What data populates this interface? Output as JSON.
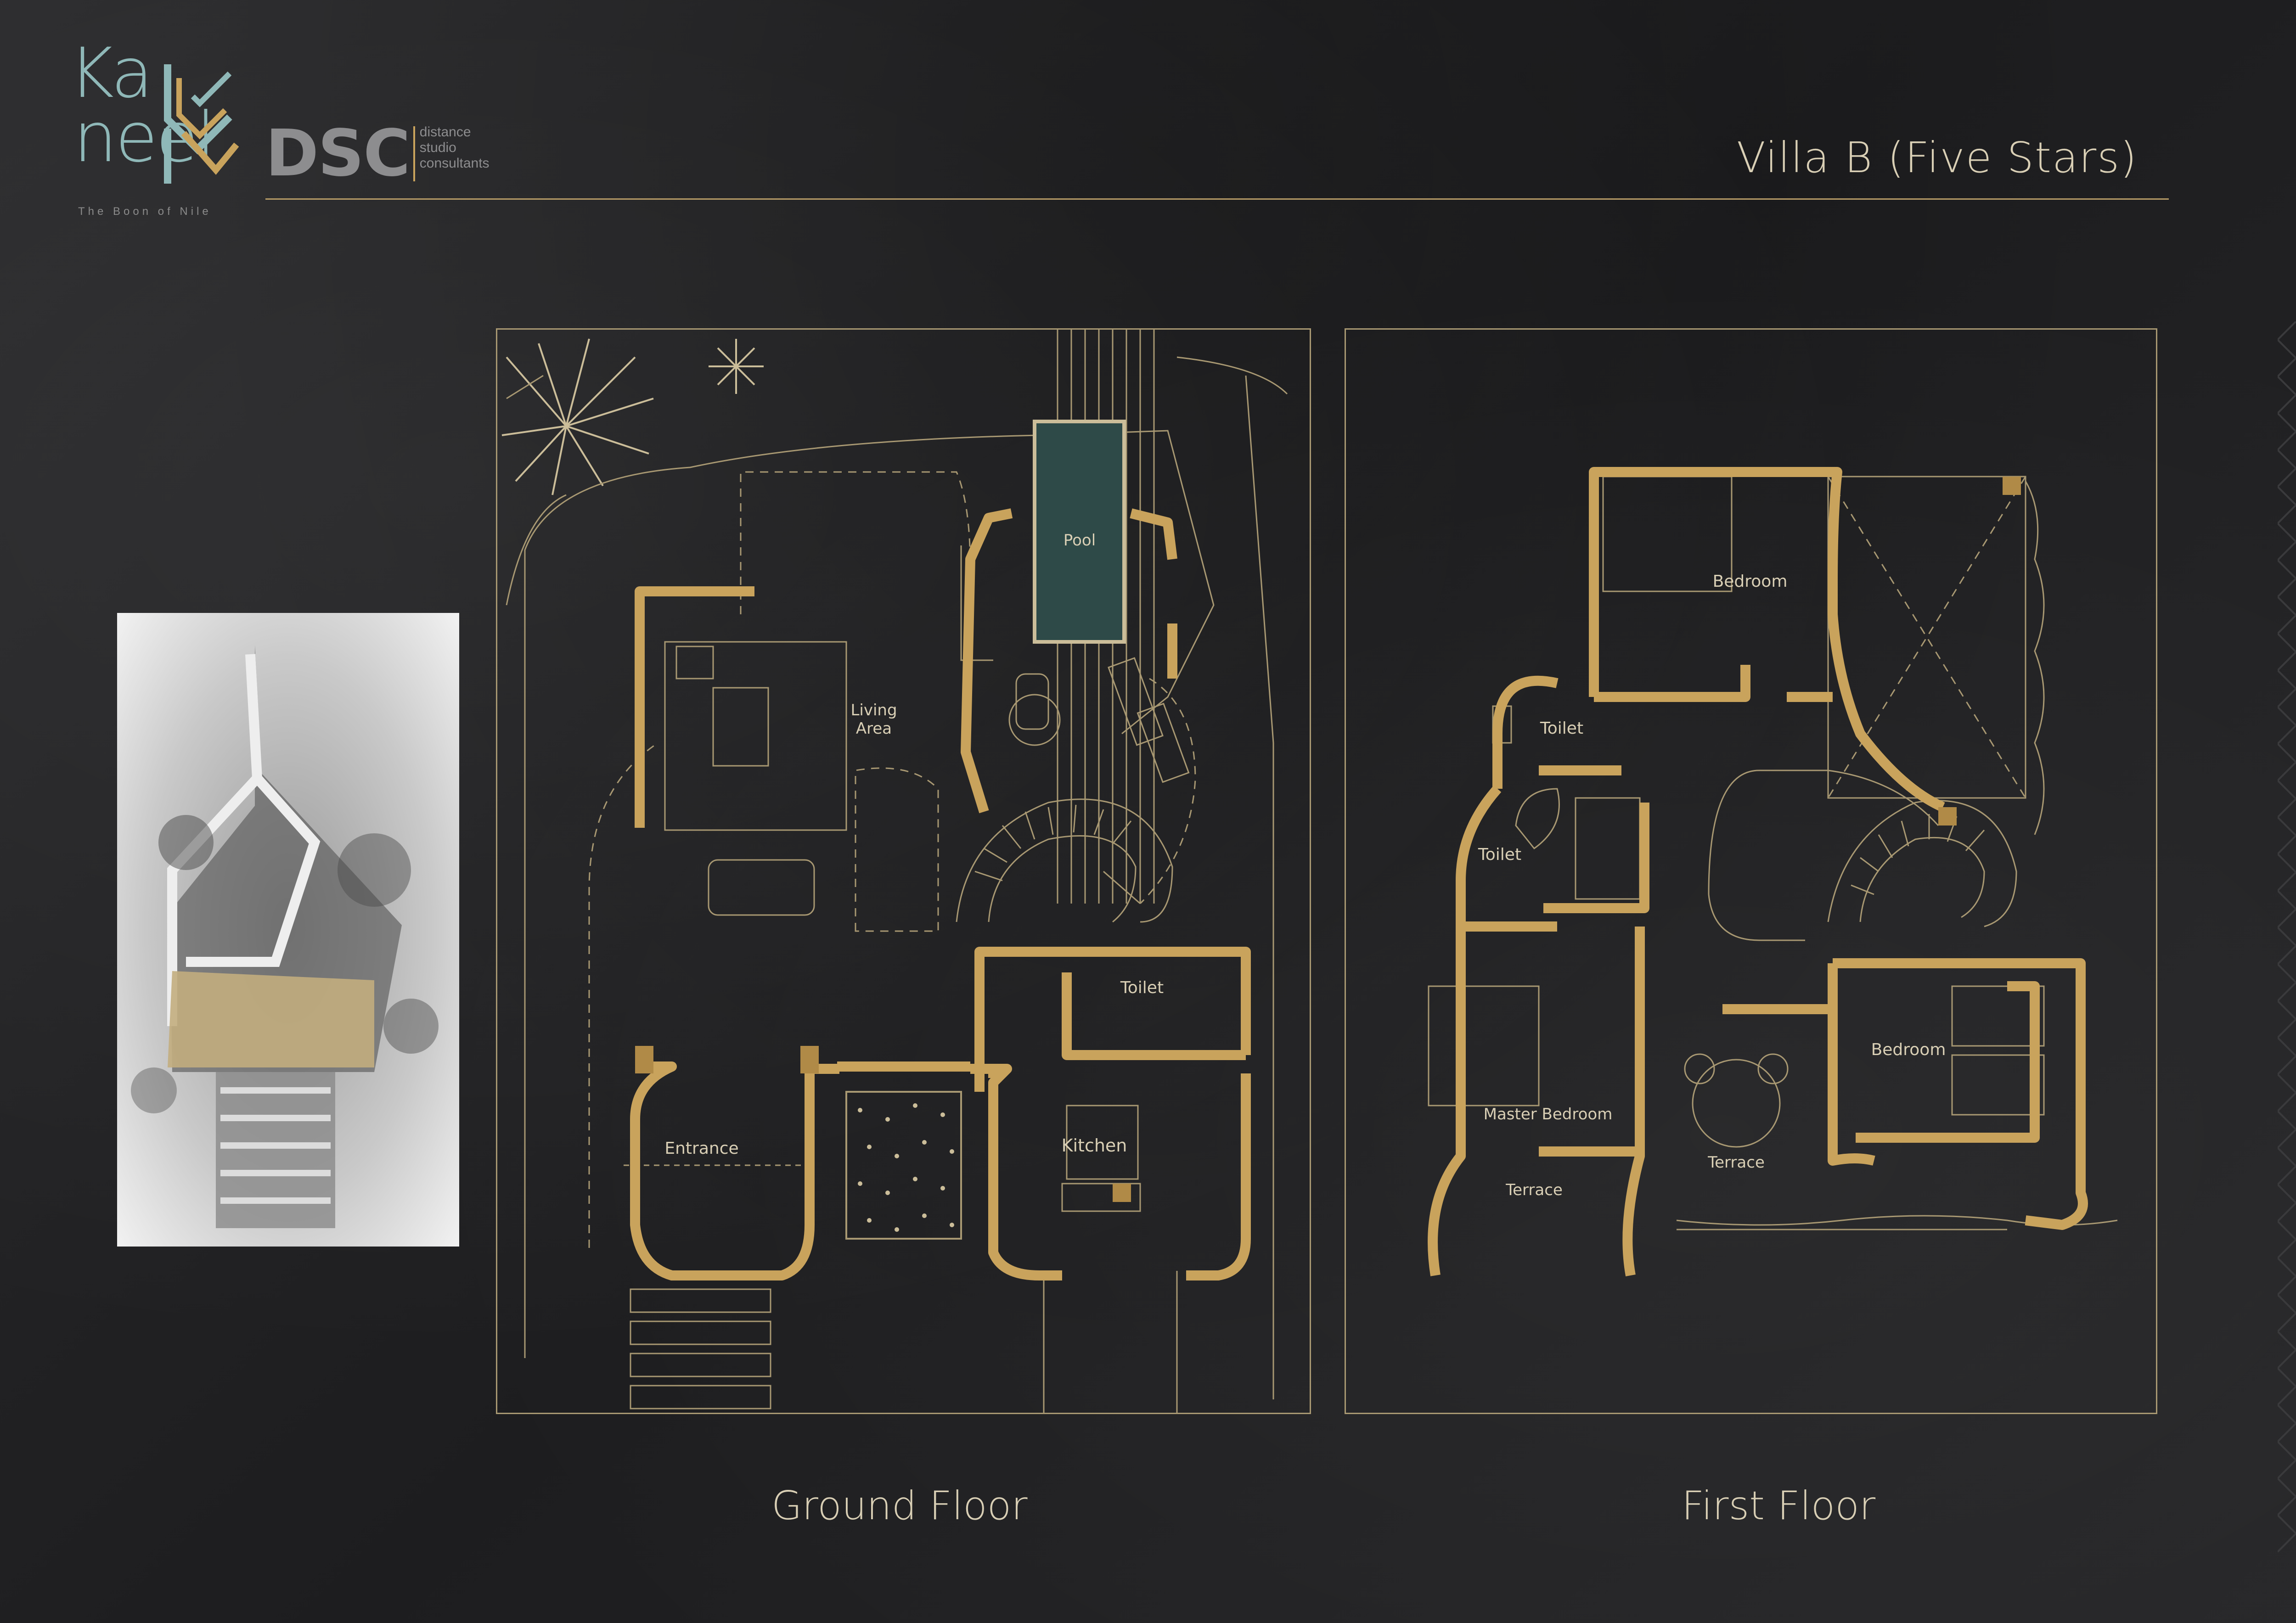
{
  "header": {
    "logo_kaneel": {
      "line1": "Ka",
      "line2": "neel",
      "tagline": "The Boon of Nile"
    },
    "logo_dsc": {
      "mark": "DSC",
      "sub1": "distance",
      "sub2": "studio",
      "sub3": "consultants"
    },
    "title": "Villa B (Five Stars)"
  },
  "ground_floor": {
    "label": "Ground Floor",
    "rooms": {
      "pool": "Pool",
      "living_line1": "Living",
      "living_line2": "Area",
      "toilet": "Toilet",
      "entrance": "Entrance",
      "kitchen": "Kitchen"
    }
  },
  "first_floor": {
    "label": "First Floor",
    "rooms": {
      "bedroom_top": "Bedroom",
      "toilet_1": "Toilet",
      "toilet_2": "Toilet",
      "master_bedroom": "Master Bedroom",
      "terrace_left": "Terrace",
      "terrace_right": "Terrace",
      "bedroom_right": "Bedroom"
    }
  },
  "colors": {
    "gold": "#c9a35c",
    "gold_light": "#e6cfa1",
    "line": "#a89872",
    "text": "#d9cfb5",
    "teal": "#8fb8b8",
    "pool": "#2e4a48"
  }
}
